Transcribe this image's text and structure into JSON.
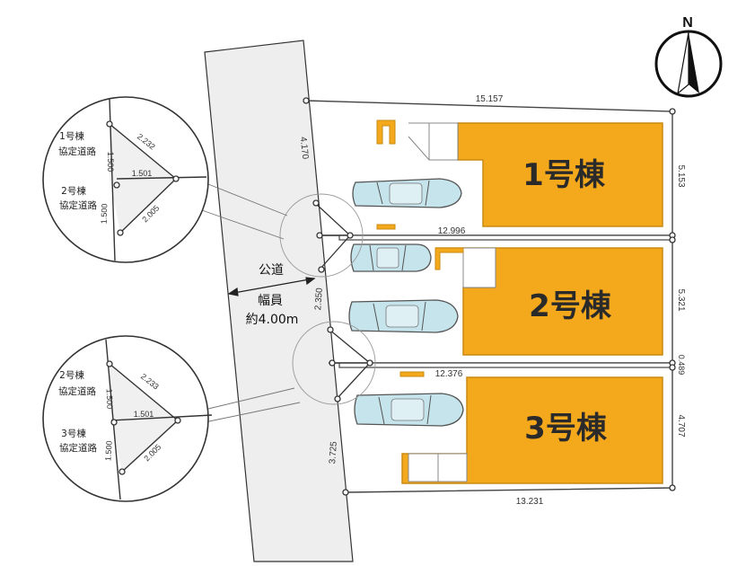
{
  "compass": {
    "label": "N"
  },
  "road": {
    "line1": "公道",
    "line2": "幅員",
    "line3": "約4.00m"
  },
  "houses": [
    {
      "label": "1号棟"
    },
    {
      "label": "2号棟"
    },
    {
      "label": "3号棟"
    }
  ],
  "dimensions": {
    "top": "15.157",
    "left_upper": "4.170",
    "left_mid": "2.350",
    "left_lower": "3.725",
    "right_1": "5.153",
    "right_2": "5.321",
    "right_gap": "0.489",
    "right_3": "4.707",
    "divider_1": "12.996",
    "divider_2": "12.376",
    "bottom": "13.231"
  },
  "detail_top": {
    "upper_label_1": "1号棟",
    "upper_label_2": "協定道路",
    "lower_label_1": "2号棟",
    "lower_label_2": "協定道路",
    "diag_top": "2.232",
    "vert_top": "1.500",
    "horizontal": "1.501",
    "vert_bottom": "1.500",
    "diag_bottom": "2.005"
  },
  "detail_bottom": {
    "upper_label_1": "2号棟",
    "upper_label_2": "協定道路",
    "lower_label_1": "3号棟",
    "lower_label_2": "協定道路",
    "diag_top": "2.233",
    "vert_top": "1.500",
    "horizontal": "1.501",
    "vert_bottom": "1.500",
    "diag_bottom": "2.005"
  },
  "colors": {
    "house_fill": "#f4a81c",
    "house_stroke": "#c98a12",
    "road_fill": "#eeeeee",
    "car_fill": "#c6e4ec",
    "car_stroke": "#555555"
  }
}
